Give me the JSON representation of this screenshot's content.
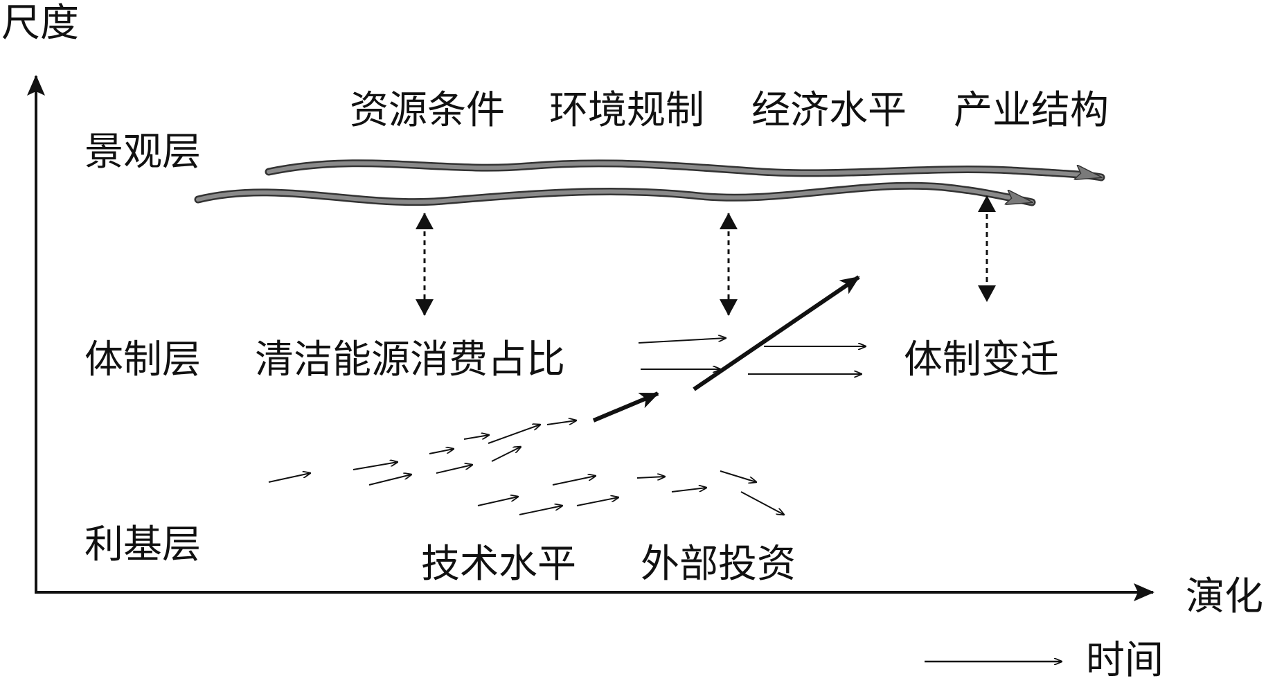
{
  "axes": {
    "y_label": "尺度",
    "x_label": "演化"
  },
  "layers": {
    "landscape": "景观层",
    "regime": "体制层",
    "niche": "利基层"
  },
  "factors": {
    "landscape_top": [
      "资源条件",
      "环境规制",
      "经济水平",
      "产业结构"
    ],
    "regime_indicator": "清洁能源消费占比",
    "regime_change": "体制变迁",
    "niche": [
      "技术水平",
      "外部投资"
    ]
  },
  "legend": {
    "time_label": "时间"
  },
  "colors": {
    "stroke": "#111111",
    "wave_fill": "#8a8a8a",
    "background": "#ffffff"
  }
}
